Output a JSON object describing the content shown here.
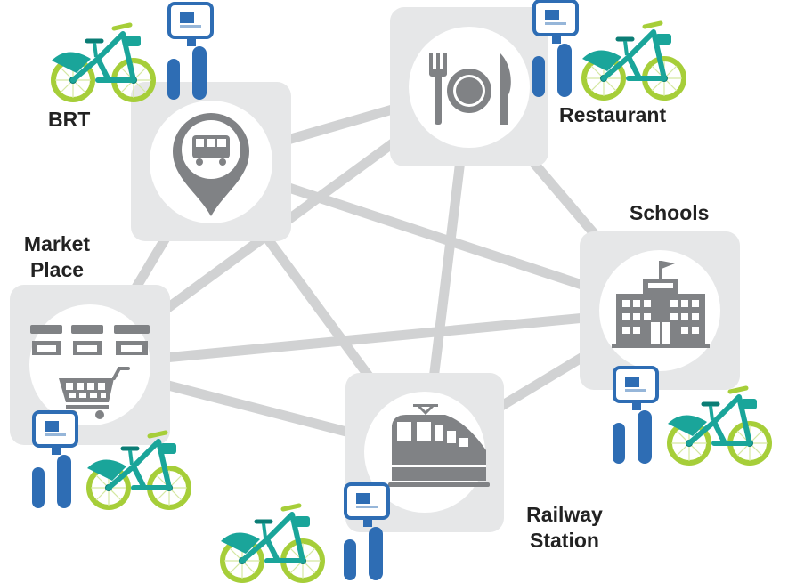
{
  "diagram": {
    "colors": {
      "connector": "#d1d2d3",
      "tile": "#e6e7e8",
      "circle": "#ffffff",
      "icon": "#808285",
      "bike_teal": "#1aa59a",
      "bike_dark": "#0b7d75",
      "tire_green": "#a6ce39",
      "post_blue": "#2e6db4"
    },
    "nodes": [
      {
        "id": "brt",
        "label": "BRT",
        "icon": "bus-stop-pin-icon",
        "has_bike_station": true
      },
      {
        "id": "restaurant",
        "label": "Restaurant",
        "icon": "fork-plate-knife-icon",
        "has_bike_station": true
      },
      {
        "id": "schools",
        "label": "Schools",
        "icon": "school-building-icon",
        "has_bike_station": true
      },
      {
        "id": "market",
        "label_line1": "Market",
        "label_line2": "Place",
        "icon": "shopping-cart-stalls-icon",
        "has_bike_station": true
      },
      {
        "id": "railway",
        "label_line1": "Railway",
        "label_line2": "Station",
        "icon": "train-icon",
        "has_bike_station": true
      }
    ],
    "edges": [
      [
        "brt",
        "restaurant"
      ],
      [
        "brt",
        "schools"
      ],
      [
        "brt",
        "market"
      ],
      [
        "brt",
        "railway"
      ],
      [
        "restaurant",
        "market"
      ],
      [
        "restaurant",
        "schools"
      ],
      [
        "restaurant",
        "railway"
      ],
      [
        "market",
        "schools"
      ],
      [
        "market",
        "railway"
      ],
      [
        "railway",
        "schools"
      ]
    ]
  }
}
